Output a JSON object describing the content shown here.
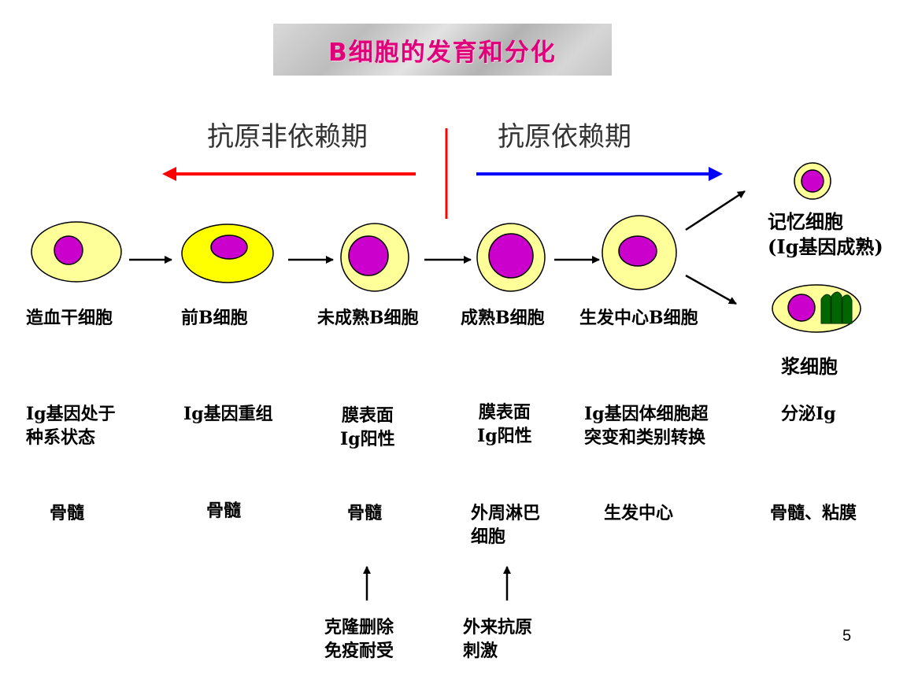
{
  "title": "B细胞的发育和分化",
  "phases": {
    "left": "抗原非依赖期",
    "right": "抗原依赖期"
  },
  "colors": {
    "title": "#e0007a",
    "left_arrow": "#ff0000",
    "right_arrow": "#0000ff",
    "cell_body": "#ffff99",
    "nucleus": "#cc00cc",
    "pre_b_body": "#ffff00",
    "plasma_er": "#006600"
  },
  "stages": [
    {
      "name": "造血干细胞",
      "feature": [
        "Ig基因处于",
        "种系状态"
      ],
      "location": [
        "骨髓"
      ]
    },
    {
      "name": "前B细胞",
      "feature": [
        "Ig基因重组"
      ],
      "location": [
        "骨髓"
      ]
    },
    {
      "name": "未成熟B细胞",
      "feature": [
        "膜表面",
        "Ig阳性"
      ],
      "location": [
        "骨髓"
      ]
    },
    {
      "name": "成熟B细胞",
      "feature": [
        "膜表面",
        "Ig阳性"
      ],
      "location": [
        "外周淋巴",
        "细胞"
      ]
    },
    {
      "name": "生发中心B细胞",
      "feature": [
        "Ig基因体细胞超",
        "突变和类别转换"
      ],
      "location": [
        "生发中心"
      ]
    },
    {
      "name": "浆细胞",
      "feature": [
        "分泌Ig"
      ],
      "location": [
        "骨髓、粘膜"
      ]
    }
  ],
  "memory_cell": {
    "name": "记忆细胞",
    "note": "(Ig基因成熟)"
  },
  "events": [
    {
      "lines": [
        "克隆删除",
        "免疫耐受"
      ]
    },
    {
      "lines": [
        "外来抗原",
        "刺激"
      ]
    }
  ],
  "page_number": "5"
}
